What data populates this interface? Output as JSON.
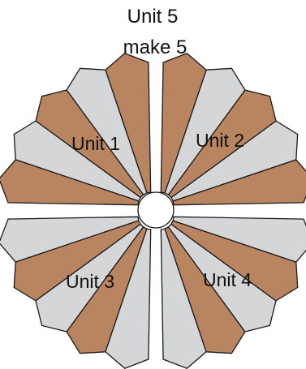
{
  "header": {
    "title": "Unit 5",
    "subtitle": "make 5"
  },
  "units": [
    {
      "label": "Unit 1"
    },
    {
      "label": "Unit 2"
    },
    {
      "label": "Unit 3"
    },
    {
      "label": "Unit 4"
    }
  ],
  "colors": {
    "fabric_brown": "#b98460",
    "fabric_gray": "#d5d6d8",
    "outline": "#1a1a1a",
    "background": "#ffffff"
  }
}
